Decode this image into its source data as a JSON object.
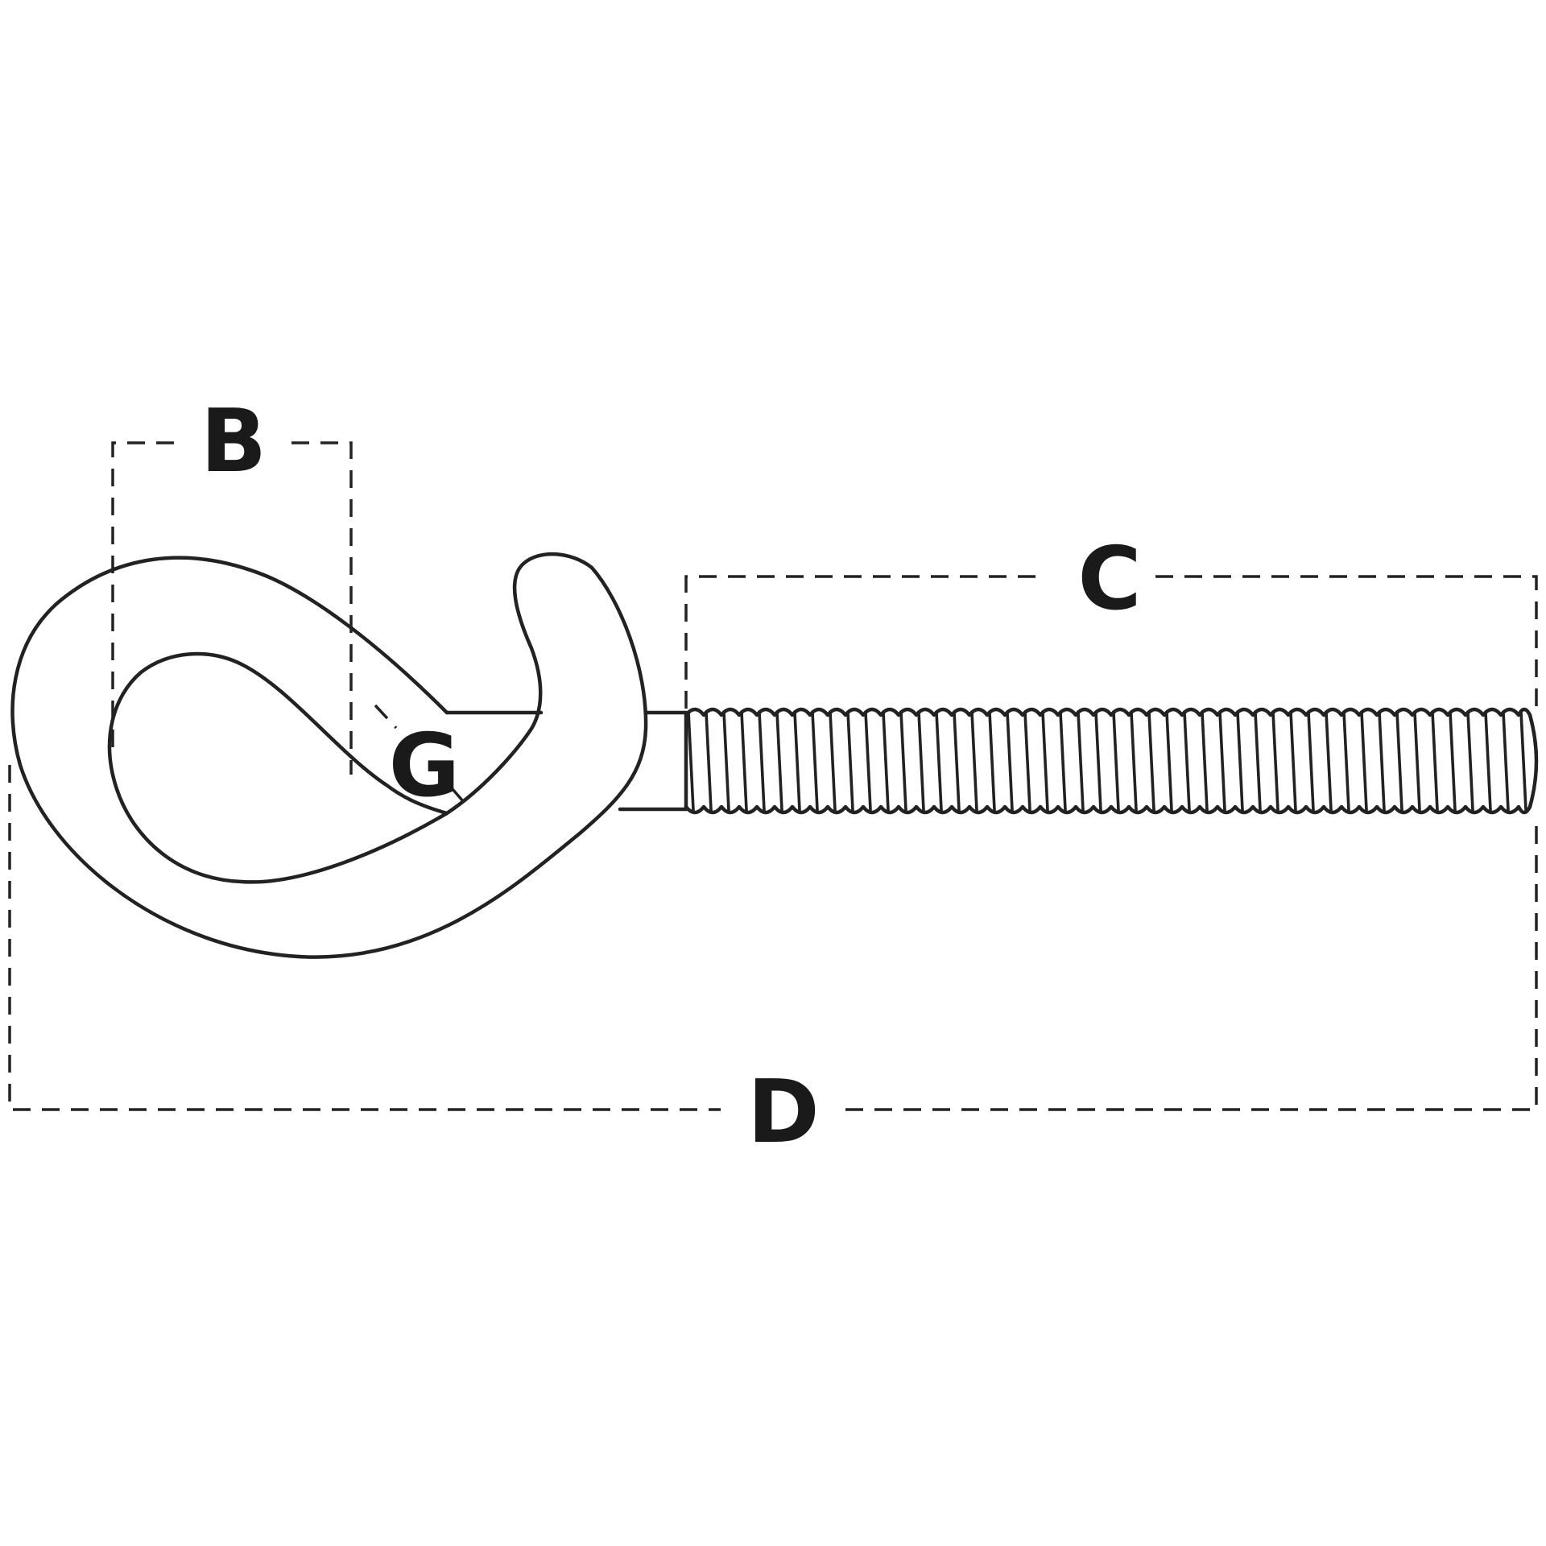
{
  "diagram": {
    "labels": {
      "b": "B",
      "c": "C",
      "d": "D",
      "g": "G"
    },
    "colors": {
      "line": "#222222",
      "background": "#ffffff"
    }
  }
}
